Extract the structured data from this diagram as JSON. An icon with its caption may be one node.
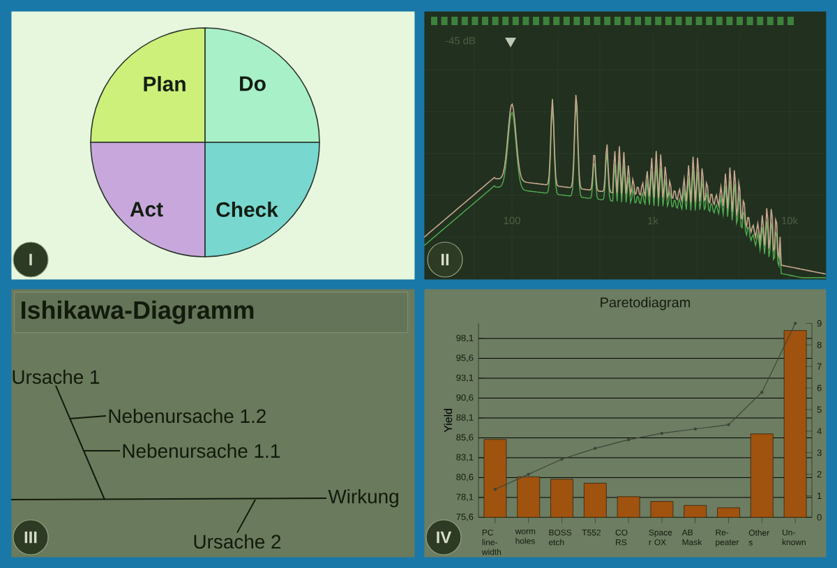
{
  "diagram": {
    "nodes": [
      {
        "text": [],
        "shape": "box"
      },
      {
        "text": [
          "Plan"
        ],
        "in": 0
      },
      {
        "text": [
          "Do"
        ],
        "in": 0
      },
      {
        "text": [
          "Act"
        ],
        "in": 0
      },
      {
        "text": [
          "Check"
        ],
        "in": 0
      },
      {
        "text": [
          "I"
        ],
        "in": 0
      },
      {
        "text": [],
        "shape": "box"
      },
      {
        "text": [
          "II"
        ],
        "in": 6
      },
      {
        "text": [],
        "shape": "box"
      },
      {
        "text": [
          "Ishikawa-Diagramm"
        ],
        "in": 8
      },
      {
        "text": [
          "Ursache 1"
        ],
        "in": 8
      },
      {
        "text": [
          "Nebenursache 1.2"
        ],
        "in": 8
      },
      {
        "text": [
          "Nebenursache 1.1"
        ],
        "in": 8
      },
      {
        "text": [
          "Wirkung"
        ],
        "in": 8
      },
      {
        "text": [
          "Ursache 2"
        ],
        "in": 8
      },
      {
        "text": [
          "III"
        ],
        "in": 8
      },
      {
        "text": [],
        "shape": "box"
      },
      {
        "text": [
          "IV"
        ],
        "in": 16
      }
    ],
    "edges": [
      {
        "from": null,
        "to": 13,
        "arrow": "none"
      },
      {
        "from": 10,
        "to": null,
        "arrow": "none"
      },
      {
        "from": null,
        "to": 11,
        "arrow": "none"
      },
      {
        "from": null,
        "to": 12,
        "arrow": "none"
      },
      {
        "from": 14,
        "to": null,
        "arrow": "none"
      }
    ],
    "labels": [
      "-45 dB",
      "100",
      "1k",
      "10k"
    ],
    "chart_data": {
      "type": "bar",
      "title": "Paretodiagram",
      "ylabel": "Yield",
      "categories": [
        "PC line-width",
        "worm holes",
        "BOSS etch",
        "T552",
        "CO RS",
        "Space r OX",
        "AB Mask",
        "Re-peater",
        "Other s",
        "Un-known"
      ],
      "series": [
        {
          "color": "#a0520f",
          "values": [
            85.4,
            80.7,
            80.4,
            79.9,
            78.2,
            77.6,
            77.1,
            76.8,
            86.1,
            99.1
          ]
        },
        {
          "color": "#3c463a",
          "type": "line",
          "axis": "y2",
          "marker": "circle",
          "values": [
            1.3,
            2.0,
            2.7,
            3.2,
            3.6,
            3.9,
            4.1,
            4.3,
            5.8,
            9.0
          ]
        }
      ],
      "ylim": [
        75.6,
        100
      ],
      "yticks": [
        {
          "value": 75.6,
          "label": "75,6"
        },
        {
          "value": 78.1,
          "label": "78,1"
        },
        {
          "value": 80.6,
          "label": "80,6"
        },
        {
          "value": 83.1,
          "label": "83,1"
        },
        {
          "value": 85.6,
          "label": "85,6"
        },
        {
          "value": 88.1,
          "label": "88,1"
        },
        {
          "value": 90.6,
          "label": "90,6"
        },
        {
          "value": 93.1,
          "label": "93,1"
        },
        {
          "value": 95.6,
          "label": "95,6"
        },
        {
          "value": 98.1,
          "label": "98,1"
        }
      ],
      "grid": "y",
      "y2lim": [
        0,
        9
      ],
      "y2ticks": [
        0,
        1,
        2,
        3,
        4,
        5,
        6,
        7,
        8,
        9
      ]
    }
  }
}
